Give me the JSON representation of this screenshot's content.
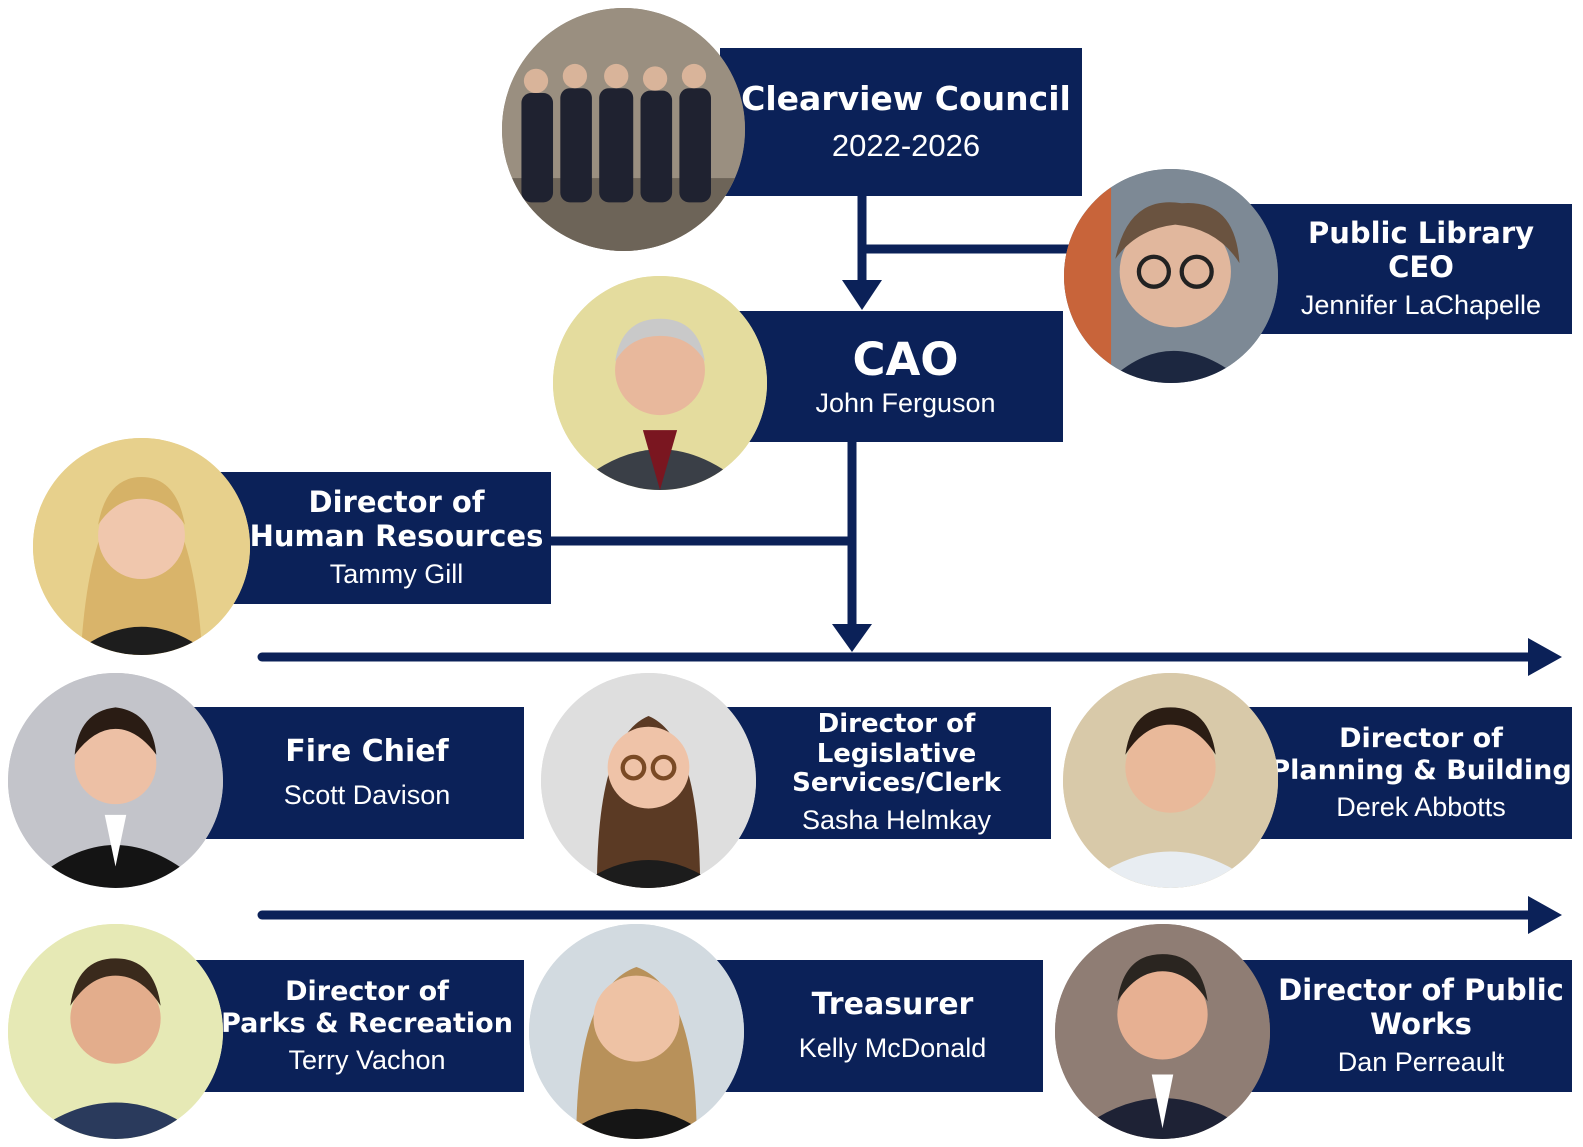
{
  "colors": {
    "navy": "#0b2158",
    "text": "#ffffff"
  },
  "council": {
    "title": "Clearview Council",
    "years": "2022-2026",
    "photo": "group-photo-icon"
  },
  "library": {
    "title_line1": "Public Library",
    "title_line2": "CEO",
    "name": "Jennifer LaChapelle"
  },
  "cao": {
    "title": "CAO",
    "name": "John Ferguson"
  },
  "hr": {
    "title_line1": "Director of",
    "title_line2": "Human Resources",
    "name": "Tammy Gill"
  },
  "fire": {
    "title": "Fire Chief",
    "name": "Scott Davison"
  },
  "clerk": {
    "title_line1": "Director of Legislative",
    "title_line2": "Services/Clerk",
    "name": "Sasha Helmkay"
  },
  "planning": {
    "title_line1": "Director of",
    "title_line2": "Planning & Building",
    "name": "Derek Abbotts"
  },
  "parks": {
    "title_line1": "Director of",
    "title_line2": "Parks & Recreation",
    "name": "Terry Vachon"
  },
  "treasurer": {
    "title": "Treasurer",
    "name": "Kelly McDonald"
  },
  "works": {
    "title_line1": "Director of Public",
    "title_line2": "Works",
    "name": "Dan Perreault"
  }
}
